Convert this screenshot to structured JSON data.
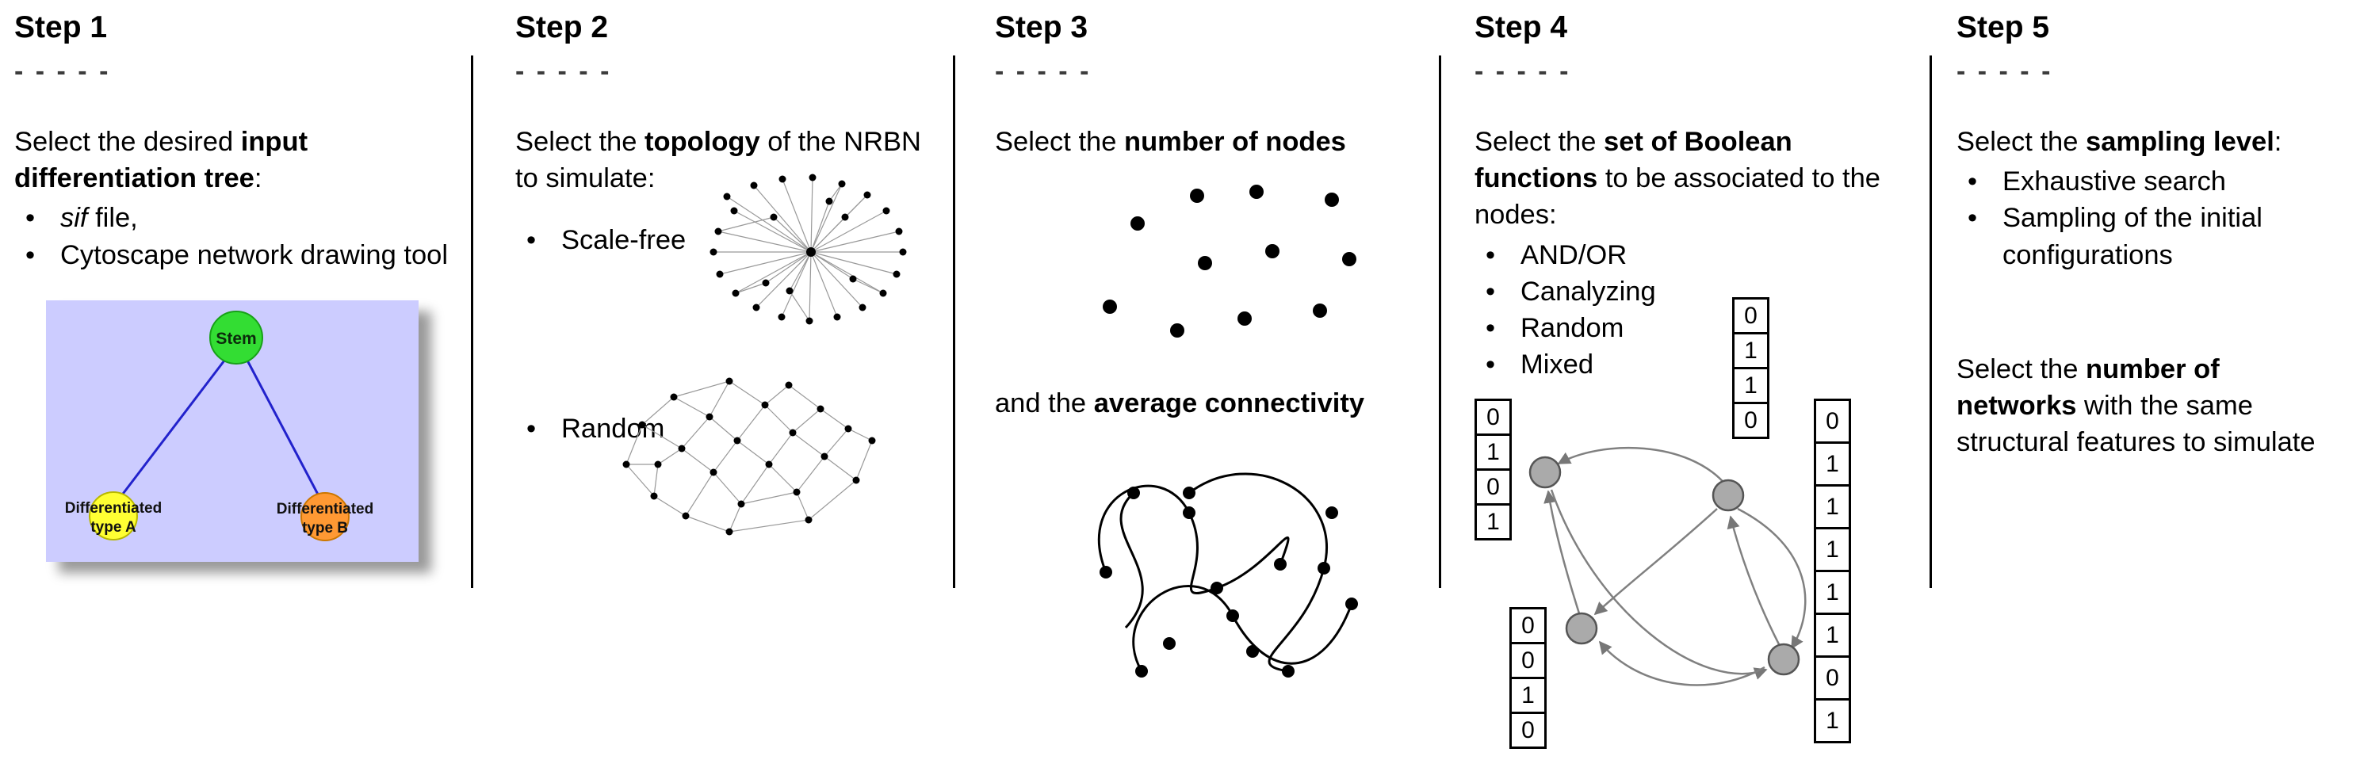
{
  "glyphs": {
    "bullet": "•"
  },
  "colors": {
    "panel_bg": "#ccccff",
    "stem_green": "#33dd33",
    "type_a_yellow": "#ffff33",
    "type_b_orange": "#ff9933",
    "tree_edge_blue": "#2222cc",
    "boolean_node_gray": "#aaaaaa"
  },
  "step1": {
    "title": "Step 1",
    "rule": "- - - - -",
    "intro": {
      "pre": "Select the desired ",
      "bold": "input differentiation tree",
      "post": ":"
    },
    "bullet1": {
      "italic": "sif",
      "rest": " file,"
    },
    "bullet2": "Cytoscape network drawing tool",
    "tree": {
      "root": "Stem",
      "left_line1": "Differentiated",
      "left_line2": "type A",
      "right_line1": "Differentiated",
      "right_line2": "type B"
    }
  },
  "step2": {
    "title": "Step 2",
    "rule": "- - - - -",
    "intro": {
      "pre": "Select the ",
      "bold": "topology",
      "post": " of the NRBN to simulate:"
    },
    "bullet1": "Scale-free",
    "bullet2": "Random"
  },
  "step3": {
    "title": "Step 3",
    "rule": "- - - - -",
    "line1": {
      "pre": "Select the ",
      "bold": "number of nodes",
      "post": ""
    },
    "line2": {
      "pre": "and the ",
      "bold": "average connectivity",
      "post": ""
    }
  },
  "step4": {
    "title": "Step 4",
    "rule": "- - - - -",
    "intro": {
      "pre": "Select the ",
      "bold": "set of Boolean functions",
      "post": " to be associated to the nodes:"
    },
    "bullets": [
      "AND/OR",
      "Canalyzing",
      "Random",
      "Mixed"
    ],
    "tables": {
      "top": [
        "0",
        "1",
        "1",
        "0"
      ],
      "left": [
        "0",
        "1",
        "0",
        "1"
      ],
      "right": [
        "0",
        "1",
        "1",
        "1",
        "1",
        "1",
        "0",
        "1"
      ],
      "bottom": [
        "0",
        "0",
        "1",
        "0"
      ]
    }
  },
  "step5": {
    "title": "Step 5",
    "rule": "- - - - -",
    "intro": {
      "pre": "Select the ",
      "bold": "sampling level",
      "post": ":"
    },
    "bullet1": "Exhaustive search",
    "bullet2": "Sampling of the initial configurations",
    "para2": {
      "pre": "Select the ",
      "bold": "number of networks",
      "post": " with the same structural features to simulate"
    }
  }
}
